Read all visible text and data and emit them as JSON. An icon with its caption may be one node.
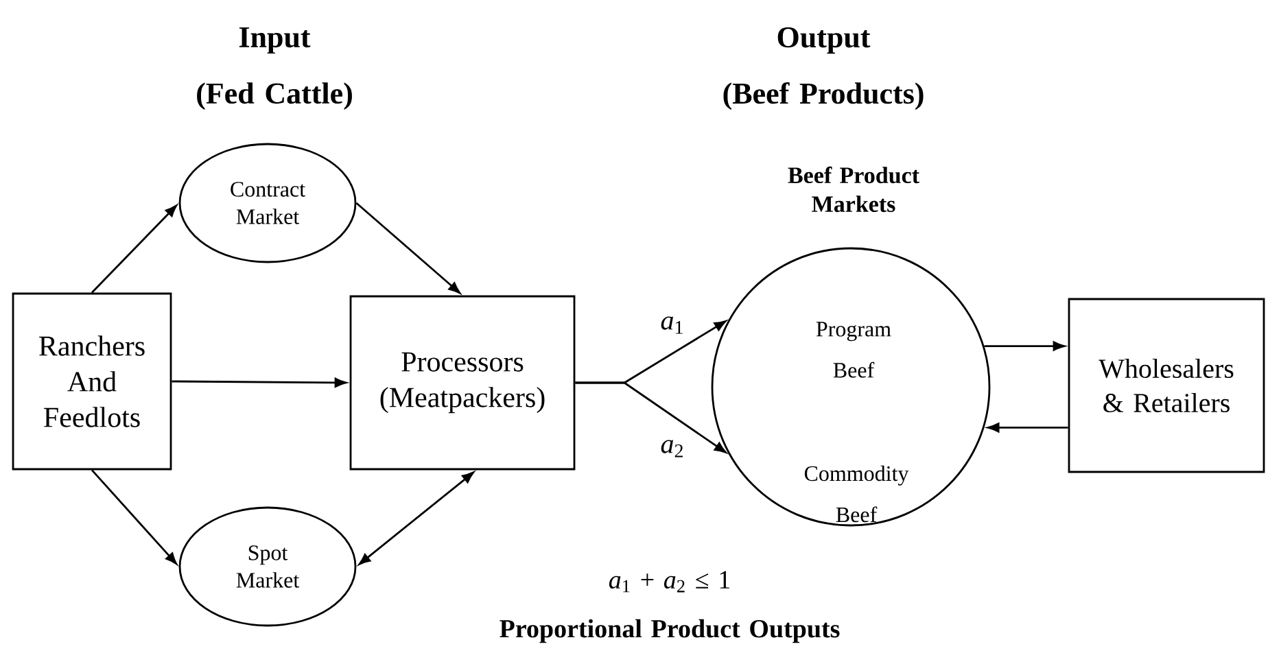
{
  "diagram": {
    "nodes": [
      {
        "text": [
          "Ranchers And Feedlots"
        ]
      },
      {
        "text": [
          "Contract Market"
        ]
      },
      {
        "text": [
          "Spot Market"
        ]
      },
      {
        "text": [
          "Processors (Meatpackers)"
        ]
      },
      {
        "text": [
          "Beef Product Markets",
          "Program Beef",
          "Commodity Beef"
        ]
      },
      {
        "text": [
          "Wholesalers & Retailers"
        ]
      }
    ],
    "edges": [
      {
        "from": 0,
        "to": 1,
        "arrow": "to"
      },
      {
        "from": 1,
        "to": 3,
        "arrow": "to"
      },
      {
        "from": 0,
        "to": 3,
        "arrow": "to"
      },
      {
        "from": 0,
        "to": 2,
        "arrow": "to"
      },
      {
        "from": 2,
        "to": 3,
        "arrow": "both"
      },
      {
        "from": 3,
        "to": 4,
        "arrow": "to",
        "label": "*a*$_{1}$"
      },
      {
        "from": 3,
        "to": 4,
        "arrow": "to",
        "label": "*a*$_{2}$"
      },
      {
        "from": 4,
        "to": 5,
        "arrow": "to"
      },
      {
        "from": 5,
        "to": 4,
        "arrow": "to"
      }
    ],
    "labels": [
      "Input (Fed Cattle)",
      "Output (Beef Products)",
      "*a*$_{1}$ + *a*$_{2}$ ≤ 1",
      "Proportional Product Outputs"
    ]
  }
}
